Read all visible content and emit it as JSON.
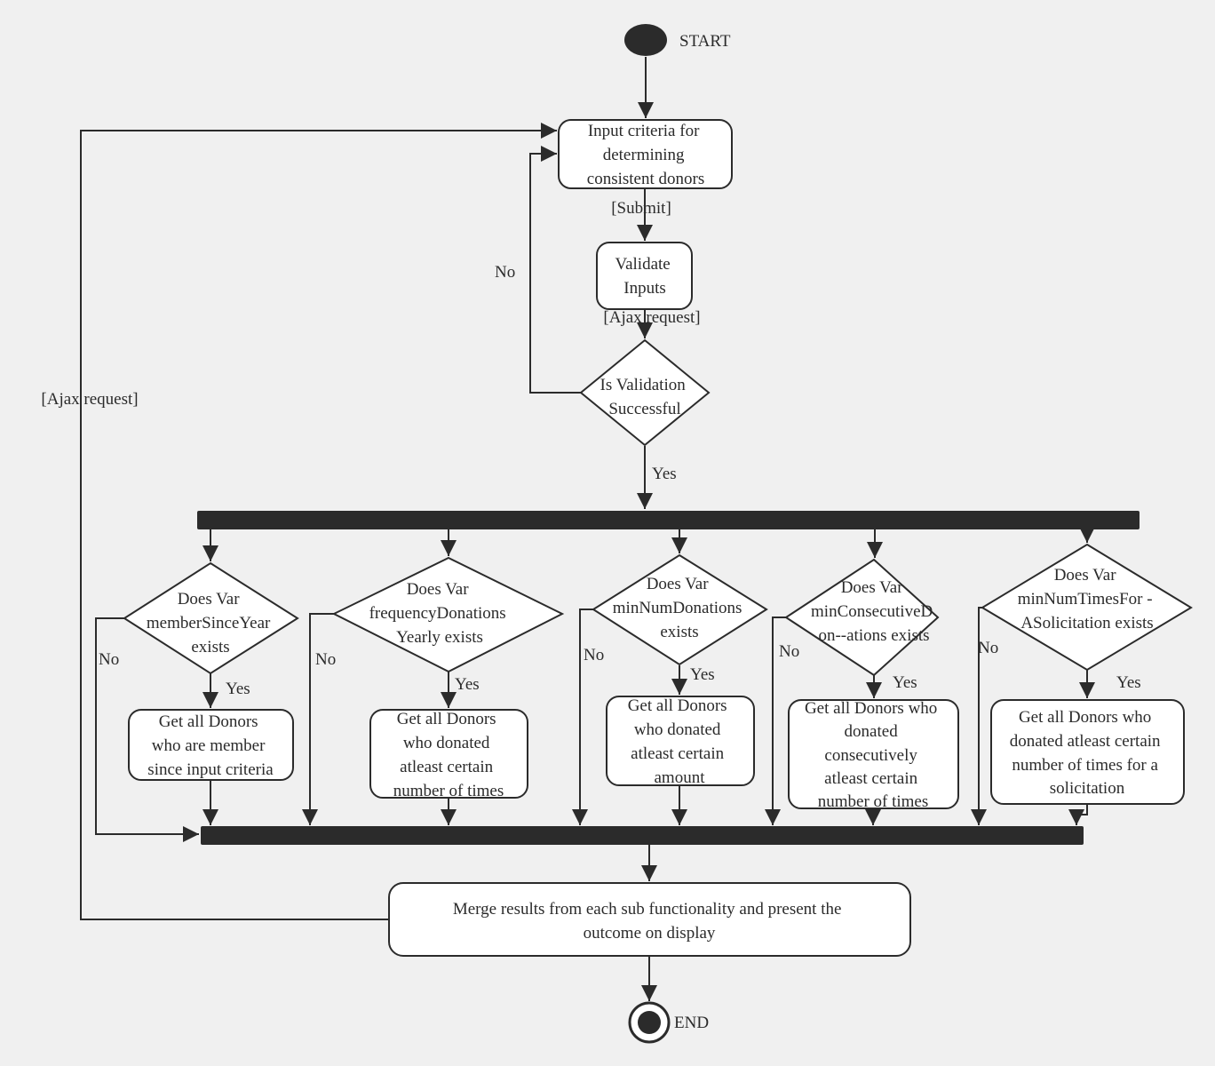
{
  "diagram": {
    "start_label": "START",
    "end_label": "END",
    "nodes": {
      "input": [
        "Input criteria for",
        "determining",
        "consistent donors"
      ],
      "validate": [
        "Validate",
        "Inputs"
      ],
      "is_valid": [
        "Is Validation",
        "Successful"
      ],
      "d1": [
        "Does Var",
        "memberSinceYear",
        "exists"
      ],
      "d2": [
        "Does Var",
        "frequencyDonations",
        "Yearly exists"
      ],
      "d3": [
        "Does Var",
        "minNumDonations",
        "exists"
      ],
      "d4": [
        "Does Var",
        "minConsecutiveD",
        "on--ations exists"
      ],
      "d5": [
        "Does Var",
        "minNumTimesFor -",
        "ASolicitation exists"
      ],
      "a1": [
        "Get all Donors",
        "who are member",
        "since input criteria"
      ],
      "a2": [
        "Get all Donors",
        "who donated",
        "atleast certain",
        "number of times"
      ],
      "a3": [
        "Get all Donors",
        "who donated",
        "atleast certain",
        "amount"
      ],
      "a4": [
        "Get all Donors who",
        "donated",
        "consecutively",
        "atleast certain",
        "number of times"
      ],
      "a5": [
        "Get all Donors who",
        "donated atleast certain",
        "number of times for a",
        "solicitation"
      ],
      "merge": [
        "Merge results from each sub functionality and present the",
        "outcome on display"
      ]
    },
    "edge_labels": {
      "submit": "[Submit]",
      "ajax_request_validate": "[Ajax request]",
      "ajax_request_loop": "[Ajax request]",
      "no_validation": "No",
      "yes_validation": "Yes",
      "d1_no": "No",
      "d1_yes": "Yes",
      "d2_no": "No",
      "d2_yes": "Yes",
      "d3_no": "No",
      "d3_yes": "Yes",
      "d4_no": "No",
      "d4_yes": "Yes",
      "d5_no": "No",
      "d5_yes": "Yes"
    }
  }
}
